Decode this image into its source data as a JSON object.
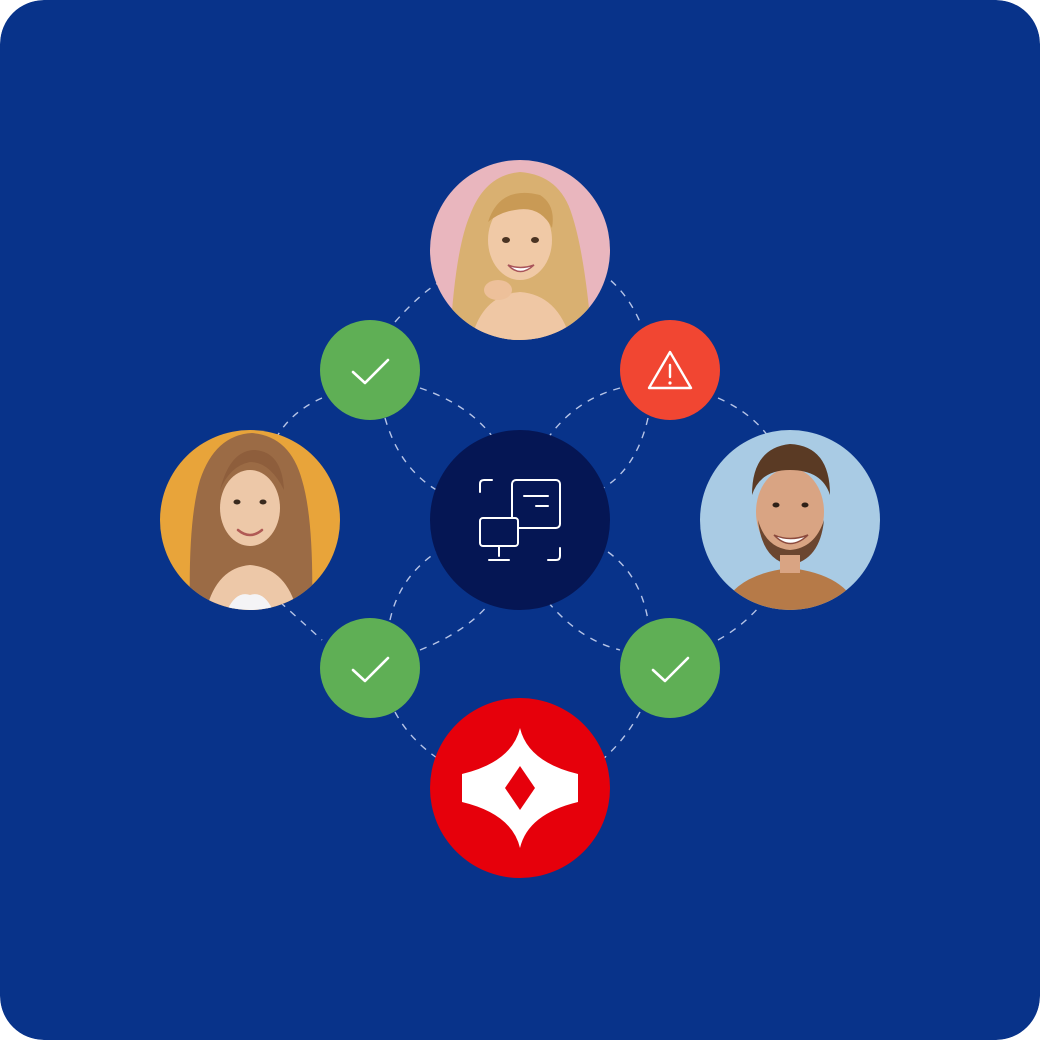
{
  "colors": {
    "background": "#08338A",
    "hub": "#051654",
    "success": "#5FAF55",
    "warning": "#F14632",
    "brand": "#E6000B",
    "connector": "#C9D4F2",
    "avatar_top_bg": "#E9B6BE",
    "avatar_left_bg": "#E8A43A",
    "avatar_right_bg": "#A9CBE4"
  },
  "nodes": {
    "hub": {
      "icon": "screen-scan-icon"
    },
    "avatars": [
      {
        "id": "top",
        "description_icon": "person-avatar"
      },
      {
        "id": "left",
        "description_icon": "person-avatar"
      },
      {
        "id": "right",
        "description_icon": "person-avatar"
      }
    ],
    "status_badges": [
      {
        "id": "top-left",
        "status": "success",
        "icon": "check-icon"
      },
      {
        "id": "top-right",
        "status": "warning",
        "icon": "warning-icon"
      },
      {
        "id": "bottom-left",
        "status": "success",
        "icon": "check-icon"
      },
      {
        "id": "bottom-right",
        "status": "success",
        "icon": "check-icon"
      }
    ],
    "brand": {
      "icon": "four-point-star-logo"
    }
  }
}
